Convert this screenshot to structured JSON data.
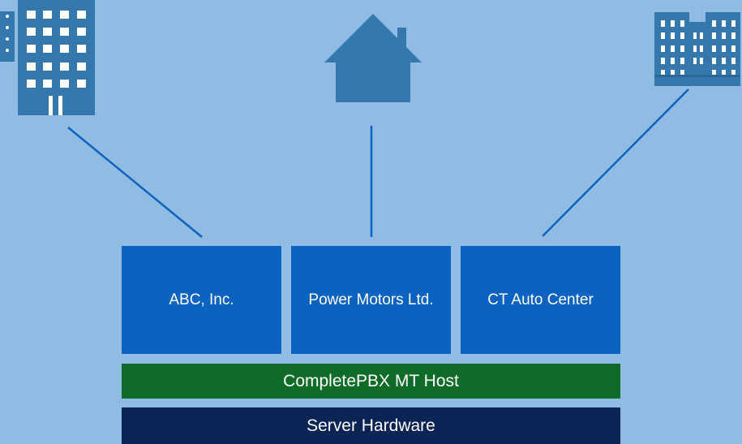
{
  "colors": {
    "background": "#90bce3",
    "icon": "#3578ae",
    "window": "#ffffff",
    "connector": "#0c63bd",
    "tenant_box": "#0a63c1",
    "host_band": "#0f6c28",
    "hardware_band": "#0b2456"
  },
  "icons": {
    "left": "office-building-icon",
    "center": "house-icon",
    "right": "apartment-building-icon"
  },
  "tenants": [
    {
      "label": "ABC, Inc."
    },
    {
      "label": "Power Motors Ltd."
    },
    {
      "label": "CT Auto Center"
    }
  ],
  "host": {
    "label": "CompletePBX MT Host"
  },
  "hardware": {
    "label": "Server Hardware"
  }
}
